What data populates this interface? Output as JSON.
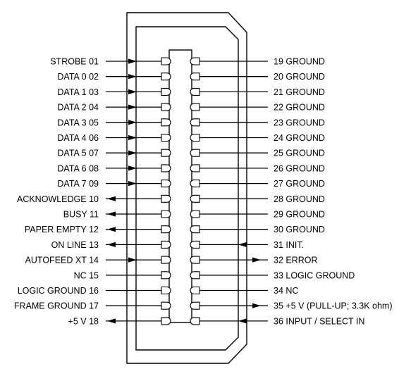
{
  "pins_left": [
    {
      "label": "STROBE 01",
      "direction": "in"
    },
    {
      "label": "DATA 0 02",
      "direction": "in"
    },
    {
      "label": "DATA 1 03",
      "direction": "in"
    },
    {
      "label": "DATA 2 04",
      "direction": "in"
    },
    {
      "label": "DATA 3 05",
      "direction": "in"
    },
    {
      "label": "DATA 4 06",
      "direction": "in"
    },
    {
      "label": "DATA 5 07",
      "direction": "in"
    },
    {
      "label": "DATA 6 08",
      "direction": "in"
    },
    {
      "label": "DATA 7 09",
      "direction": "in"
    },
    {
      "label": "ACKNOWLEDGE 10",
      "direction": "out"
    },
    {
      "label": "BUSY 11",
      "direction": "out"
    },
    {
      "label": "PAPER EMPTY 12",
      "direction": "out"
    },
    {
      "label": "ON LINE 13",
      "direction": "out"
    },
    {
      "label": "AUTOFEED XT 14",
      "direction": "in"
    },
    {
      "label": "NC 15",
      "direction": "none"
    },
    {
      "label": "LOGIC GROUND 16",
      "direction": "none"
    },
    {
      "label": "FRAME GROUND 17",
      "direction": "none"
    },
    {
      "label": "+5 V 18",
      "direction": "out"
    }
  ],
  "pins_right": [
    {
      "label": "19 GROUND",
      "direction": "none"
    },
    {
      "label": "20 GROUND",
      "direction": "none"
    },
    {
      "label": "21 GROUND",
      "direction": "none"
    },
    {
      "label": "22 GROUND",
      "direction": "none"
    },
    {
      "label": "23 GROUND",
      "direction": "none"
    },
    {
      "label": "24 GROUND",
      "direction": "none"
    },
    {
      "label": "25 GROUND",
      "direction": "none"
    },
    {
      "label": "26 GROUND",
      "direction": "none"
    },
    {
      "label": "27 GROUND",
      "direction": "none"
    },
    {
      "label": "28 GROUND",
      "direction": "none"
    },
    {
      "label": "29 GROUND",
      "direction": "none"
    },
    {
      "label": "30 GROUND",
      "direction": "none"
    },
    {
      "label": "31 INIT.",
      "direction": "in"
    },
    {
      "label": "32 ERROR",
      "direction": "out"
    },
    {
      "label": "33 LOGIC GROUND",
      "direction": "none"
    },
    {
      "label": "34 NC",
      "direction": "none"
    },
    {
      "label": "35 +5 V (PULL-UP; 3.3K ohm)",
      "direction": "out"
    },
    {
      "label": "36 INPUT / SELECT IN",
      "direction": "in"
    }
  ]
}
